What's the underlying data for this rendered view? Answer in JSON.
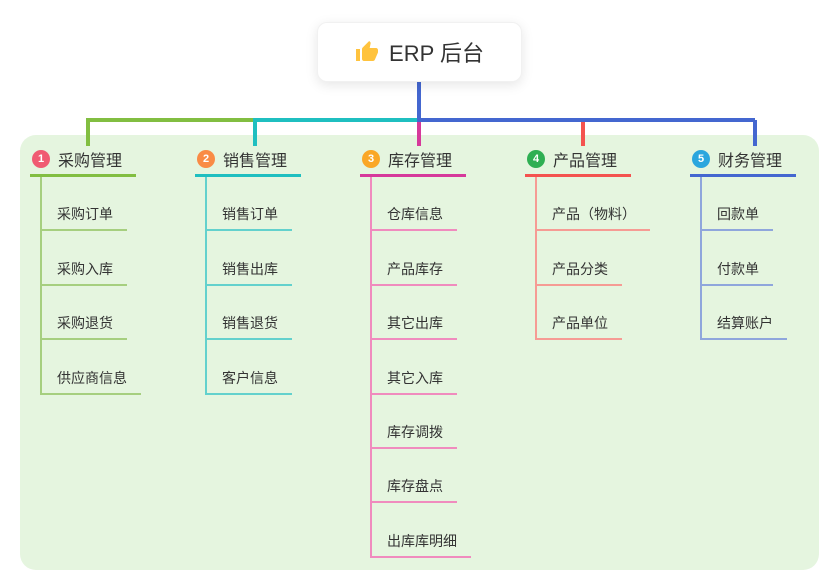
{
  "root_node": {
    "title": "ERP 后台",
    "icon": "thumbs-up-icon",
    "icon_color": "#FFC33E",
    "stem_color": "#4467D0",
    "box_bg": "#ffffff"
  },
  "panel": {
    "bg_color": "#E5F5DF"
  },
  "branches": [
    {
      "num": "1",
      "label": "采购管理",
      "badge_color": "#F05B72",
      "line_color": "#82BE41",
      "sub_line_color": "#A6CF7F",
      "children": [
        "采购订单",
        "采购入库",
        "采购退货",
        "供应商信息"
      ]
    },
    {
      "num": "2",
      "label": "销售管理",
      "badge_color": "#F98B45",
      "line_color": "#1FBFC0",
      "sub_line_color": "#63D1CD",
      "children": [
        "销售订单",
        "销售出库",
        "销售退货",
        "客户信息"
      ]
    },
    {
      "num": "3",
      "label": "库存管理",
      "badge_color": "#FAA726",
      "line_color": "#D6399B",
      "sub_line_color": "#F08BBE",
      "children": [
        "仓库信息",
        "产品库存",
        "其它出库",
        "其它入库",
        "库存调拨",
        "库存盘点",
        "出库库明细"
      ]
    },
    {
      "num": "4",
      "label": "产品管理",
      "badge_color": "#2FAF53",
      "line_color": "#F4534F",
      "sub_line_color": "#F69B94",
      "children": [
        "产品（物料）",
        "产品分类",
        "产品单位"
      ]
    },
    {
      "num": "5",
      "label": "财务管理",
      "badge_color": "#2BA6DE",
      "line_color": "#4467D0",
      "sub_line_color": "#8FA6DC",
      "children": [
        "回款单",
        "付款单",
        "结算账户"
      ]
    }
  ]
}
